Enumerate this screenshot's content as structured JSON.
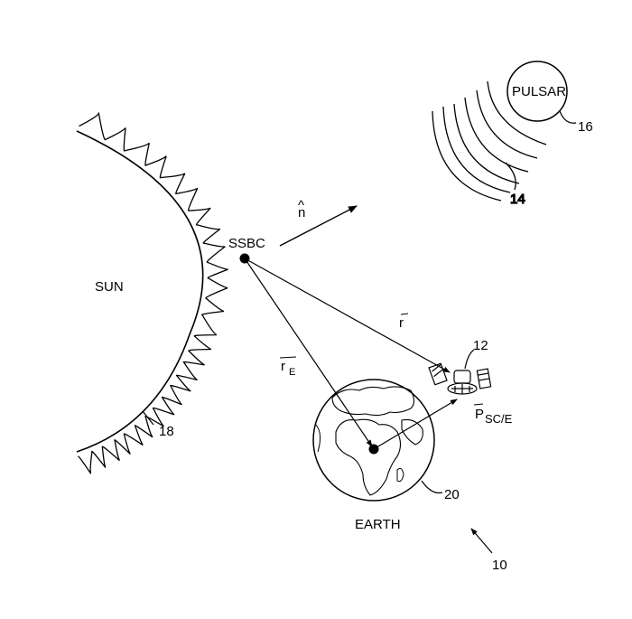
{
  "labels": {
    "sun": "SUN",
    "ssbc": "SSBC",
    "pulsar": "PULSAR",
    "earth": "EARTH",
    "n_hat": "n",
    "r_vec": "r",
    "r_earth": "r",
    "r_earth_sub": "E",
    "p_vec": "P",
    "p_sub": "SC/E"
  },
  "reference_numerals": {
    "system": "10",
    "spacecraft": "12",
    "wavefronts": "14",
    "pulsar": "16",
    "sun": "18",
    "earth": "20"
  },
  "colors": {
    "ink": "#000000",
    "paper": "#ffffff"
  }
}
